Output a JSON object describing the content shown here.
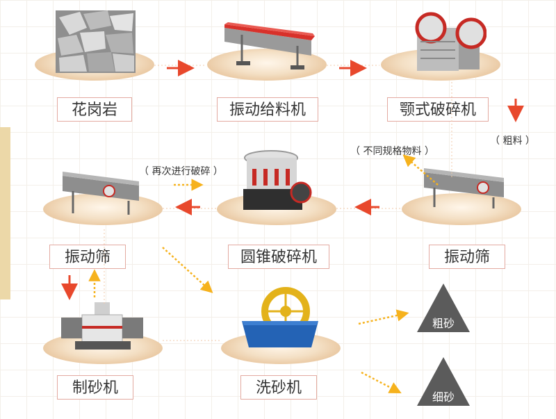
{
  "nodes": {
    "granite": "花岗岩",
    "vibrating_feeder": "振动给料机",
    "jaw_crusher": "颚式破碎机",
    "vibrating_screen_right": "振动筛",
    "cone_crusher": "圆锥破碎机",
    "vibrating_screen_left": "振动筛",
    "sand_maker": "制砂机",
    "sand_washer": "洗砂机"
  },
  "notes": {
    "coarse_material": "（ 粗料 ）",
    "different_specs": "（ 不同规格物料 ）",
    "recrush": "（ 再次进行破碎 ）"
  },
  "products": {
    "coarse_sand": "粗砂",
    "fine_sand": "细砂"
  },
  "colors": {
    "arrow_solid": "#e8482c",
    "arrow_dotted": "#f6b21d",
    "label_border": "#e3a9a0",
    "triangle": "#5b5b5b",
    "band": "#ecd8a8"
  }
}
